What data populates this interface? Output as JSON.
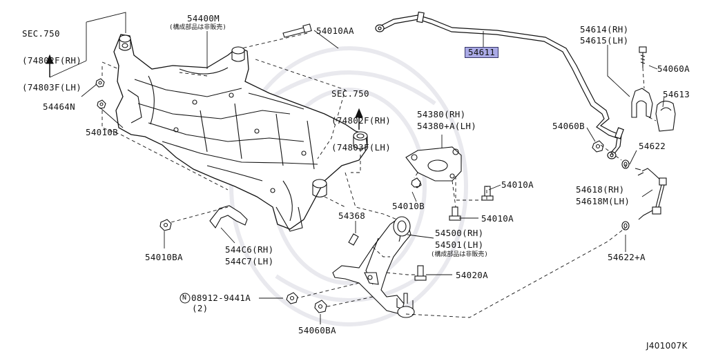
{
  "diagram": {
    "drawing_code": "J401007K",
    "colors": {
      "ink": "#111111",
      "highlight": "#aaaae6",
      "watermark": "#e9e9ee"
    },
    "labels": {
      "sec750_top_1": "SEC.750",
      "sec750_top_2": "(74802F(RH)",
      "sec750_top_3": "(74803F(LH)",
      "sec750_mid_1": "SEC.750",
      "sec750_mid_2": "(74802F(RH)",
      "sec750_mid_3": "(74803F(LH)",
      "p54400M": "54400M",
      "p54400M_note": "(構成部品は非販売)",
      "p54010AA": "54010AA",
      "p54611": "54611",
      "p54614": "54614(RH)",
      "p54615": "54615(LH)",
      "p54060A": "54060A",
      "p54613": "54613",
      "p54060B": "54060B",
      "p54622": "54622",
      "p54618": "54618(RH)",
      "p54618M": "54618M(LH)",
      "p54622A": "54622+A",
      "p54464N": "54464N",
      "p54010B_left": "54010B",
      "p54380": "54380(RH)",
      "p54380A": "54380+A(LH)",
      "p54010A_1": "54010A",
      "p54010B_mid": "54010B",
      "p54010A_2": "54010A",
      "p54368": "54368",
      "p54500": "54500(RH)",
      "p54501": "54501(LH)",
      "p54500_note": "(構成部品は非販売)",
      "p54020A": "54020A",
      "p544C6": "544C6(RH)",
      "p544C7": "544C7(LH)",
      "p54010BA": "54010BA",
      "p08912": "08912-9441A",
      "p08912_qty": "(2)",
      "p54060BA": "54060BA",
      "n_symbol": "N"
    }
  }
}
